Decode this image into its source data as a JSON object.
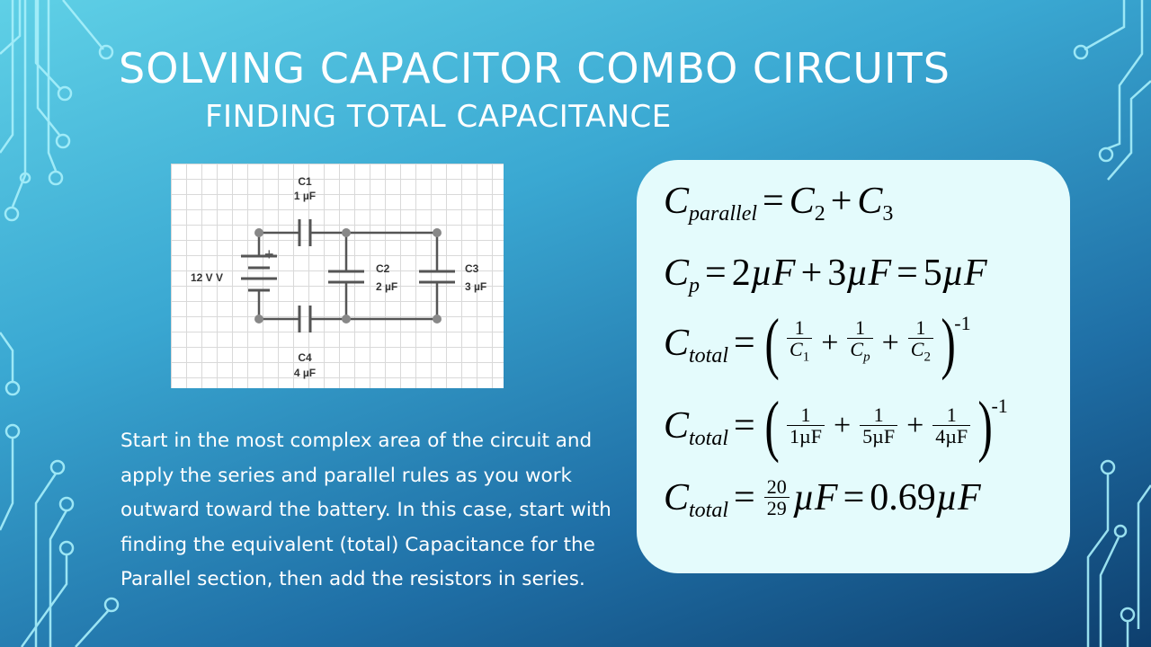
{
  "slide": {
    "title": "SOLVING CAPACITOR COMBO CIRCUITS",
    "subtitle": "FINDING TOTAL CAPACITANCE",
    "body": "Start in the most complex area of the circuit and apply the series and parallel rules as you work outward toward the battery.   In this case, start with finding the equivalent (total) Capacitance for the Parallel section, then add the resistors in series."
  },
  "circuit": {
    "battery_label": "12 V V",
    "battery_plus": "+",
    "c1_name": "C1",
    "c1_value": "1 µF",
    "c2_name": "C2",
    "c2_value": "2 µF",
    "c3_name": "C3",
    "c3_value": "3 µF",
    "c4_name": "C4",
    "c4_value": "4 µF"
  },
  "equations": {
    "eq1": {
      "lhs": "C",
      "lhs_sub": "parallel",
      "eq": "=",
      "t1": "C",
      "t1_sub": "2",
      "plus": "+",
      "t2": "C",
      "t2_sub": "3"
    },
    "eq2": {
      "lhs": "C",
      "lhs_sub": "p",
      "eq": "=",
      "a": "2",
      "mu1": "µ",
      "f1": "F",
      "plus": "+",
      "b": "3",
      "mu2": "µ",
      "f2": "F",
      "eq2": "=",
      "c": "5",
      "mu3": "µ",
      "f3": "F"
    },
    "eq3": {
      "lhs": "C",
      "lhs_sub": "total",
      "eq": "=",
      "n1": "1",
      "d1": "C",
      "d1_sub": "1",
      "n2": "1",
      "d2": "C",
      "d2_sub": "p",
      "n3": "1",
      "d3": "C",
      "d3_sub": "2",
      "plus": "+",
      "exp": "-1"
    },
    "eq4": {
      "lhs": "C",
      "lhs_sub": "total",
      "eq": "=",
      "n1": "1",
      "d1": "1µF",
      "n2": "1",
      "d2": "5µF",
      "n3": "1",
      "d3": "4µF",
      "plus": "+",
      "exp": "-1"
    },
    "eq5": {
      "lhs": "C",
      "lhs_sub": "total",
      "eq": "=",
      "num": "20",
      "den": "29",
      "mu1": "µ",
      "f1": "F",
      "eq2": "=",
      "val": "0.69",
      "mu2": "µ",
      "f2": "F"
    }
  }
}
